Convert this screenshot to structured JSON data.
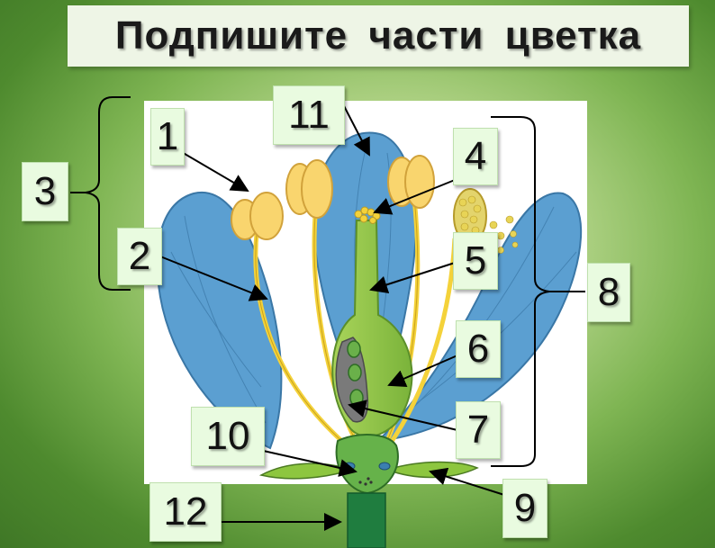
{
  "title": "Подпишите  части цветка",
  "labels": [
    {
      "text": "1"
    },
    {
      "text": "2"
    },
    {
      "text": "3"
    },
    {
      "text": "4"
    },
    {
      "text": "5"
    },
    {
      "text": "6"
    },
    {
      "text": "7"
    },
    {
      "text": "8"
    },
    {
      "text": "9"
    },
    {
      "text": "10"
    },
    {
      "text": "11"
    },
    {
      "text": "12"
    }
  ]
}
